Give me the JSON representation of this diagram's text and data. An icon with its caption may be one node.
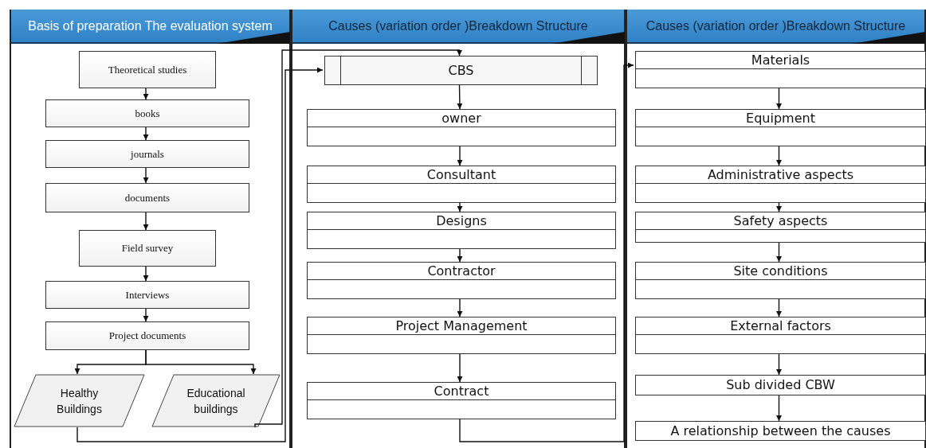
{
  "diagram": {
    "nodes": [
      {
        "text": [
          "Basis of preparation The evaluation system"
        ]
      },
      {
        "text": [
          "Theoretical studies"
        ],
        "in": 0
      },
      {
        "text": [
          "books"
        ],
        "in": 0
      },
      {
        "text": [
          "journals"
        ],
        "in": 0
      },
      {
        "text": [
          "documents"
        ],
        "in": 0
      },
      {
        "text": [
          "Field survey"
        ],
        "in": 0
      },
      {
        "text": [
          "Interviews"
        ],
        "in": 0
      },
      {
        "text": [
          "Project documents"
        ],
        "in": 0
      },
      {
        "text": [
          "Healthy Buildings"
        ],
        "in": 0
      },
      {
        "text": [
          "Educational buildings"
        ],
        "in": 0
      },
      {
        "text": [
          "Causes (variation order )Breakdown Structure"
        ]
      },
      {
        "text": [
          "CBS"
        ],
        "in": 10
      },
      {
        "text": [
          "owner"
        ],
        "in": 10
      },
      {
        "text": [
          "Consultant"
        ],
        "in": 10
      },
      {
        "text": [
          "Designs"
        ],
        "in": 10
      },
      {
        "text": [
          "Contractor"
        ],
        "in": 10
      },
      {
        "text": [
          "Project Management"
        ],
        "in": 10
      },
      {
        "text": [
          "Contract"
        ],
        "in": 10
      },
      {
        "text": [
          "Causes (variation order )Breakdown Structure"
        ]
      },
      {
        "text": [
          "Materials"
        ],
        "in": 18
      },
      {
        "text": [
          "Equipment"
        ],
        "in": 18
      },
      {
        "text": [
          "Administrative aspects"
        ],
        "in": 18
      },
      {
        "text": [
          "Safety aspects"
        ],
        "in": 18
      },
      {
        "text": [
          "Site conditions"
        ],
        "in": 18
      },
      {
        "text": [
          "External factors"
        ],
        "in": 18
      },
      {
        "text": [
          "Sub divided CBW"
        ],
        "in": 18
      },
      {
        "text": [
          "A relationship between the causes"
        ],
        "in": 18
      }
    ],
    "edges": [
      {
        "from": 1,
        "to": 2,
        "arrow": "to"
      },
      {
        "from": 2,
        "to": 3,
        "arrow": "to"
      },
      {
        "from": 3,
        "to": 4,
        "arrow": "to"
      },
      {
        "from": 4,
        "to": 5,
        "arrow": "to"
      },
      {
        "from": 5,
        "to": 6,
        "arrow": "to"
      },
      {
        "from": 6,
        "to": 7,
        "arrow": "to"
      },
      {
        "from": 7,
        "to": 8,
        "arrow": "to"
      },
      {
        "from": 7,
        "to": 9,
        "arrow": "to"
      },
      {
        "from": 8,
        "to": 11,
        "arrow": "to"
      },
      {
        "from": 9,
        "to": 11,
        "arrow": "to"
      },
      {
        "from": 11,
        "to": 12,
        "arrow": "to"
      },
      {
        "from": 12,
        "to": 13,
        "arrow": "to"
      },
      {
        "from": 13,
        "to": 14,
        "arrow": "to"
      },
      {
        "from": 14,
        "to": 15,
        "arrow": "to"
      },
      {
        "from": 15,
        "to": 16,
        "arrow": "to"
      },
      {
        "from": 16,
        "to": 17,
        "arrow": "to"
      },
      {
        "from": 17,
        "to": 19,
        "arrow": "to"
      },
      {
        "from": 19,
        "to": 20,
        "arrow": "to"
      },
      {
        "from": 20,
        "to": 21,
        "arrow": "to"
      },
      {
        "from": 21,
        "to": 22,
        "arrow": "to"
      },
      {
        "from": 22,
        "to": 23,
        "arrow": "to"
      },
      {
        "from": 23,
        "to": 24,
        "arrow": "to"
      },
      {
        "from": 24,
        "to": 25,
        "arrow": "to"
      },
      {
        "from": 25,
        "to": 26,
        "arrow": "to"
      }
    ]
  }
}
